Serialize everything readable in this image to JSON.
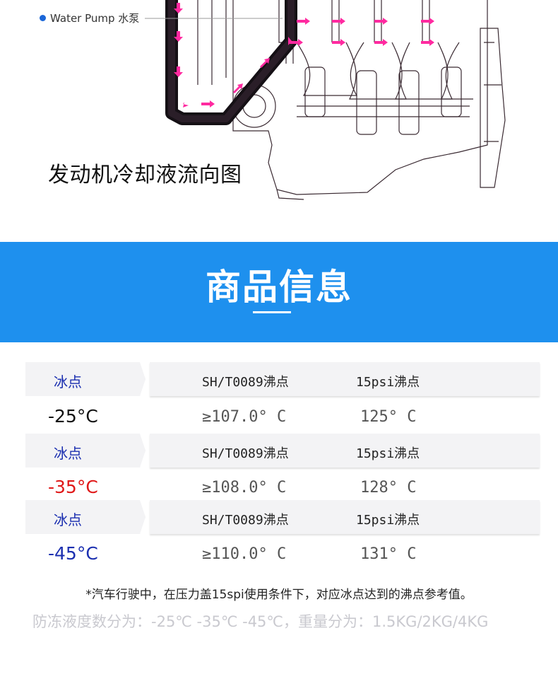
{
  "diagram": {
    "pump_label": "Water Pump 水泵",
    "title": "发动机冷却液流向图"
  },
  "banner": {
    "title": "商品信息"
  },
  "table": {
    "headers": [
      "冰点",
      "SH/T0089沸点",
      "15psi沸点"
    ],
    "rows": [
      {
        "freeze": "-25°C",
        "freeze_color": "#111111",
        "boil_sh": "≥107.0° C",
        "boil_psi": "125° C"
      },
      {
        "freeze": "-35°C",
        "freeze_color": "#e01818",
        "boil_sh": "≥108.0° C",
        "boil_psi": "128° C"
      },
      {
        "freeze": "-45°C",
        "freeze_color": "#1b2fb0",
        "boil_sh": "≥110.0° C",
        "boil_psi": "131° C"
      }
    ]
  },
  "notes": {
    "reference": "*汽车行驶中，在压力盖15spi使用条件下，对应冰点达到的沸点参考值。",
    "specs": "防冻液度数分为：-25℃ -35℃ -45℃，重量分为：1.5KG/2KG/4KG"
  }
}
